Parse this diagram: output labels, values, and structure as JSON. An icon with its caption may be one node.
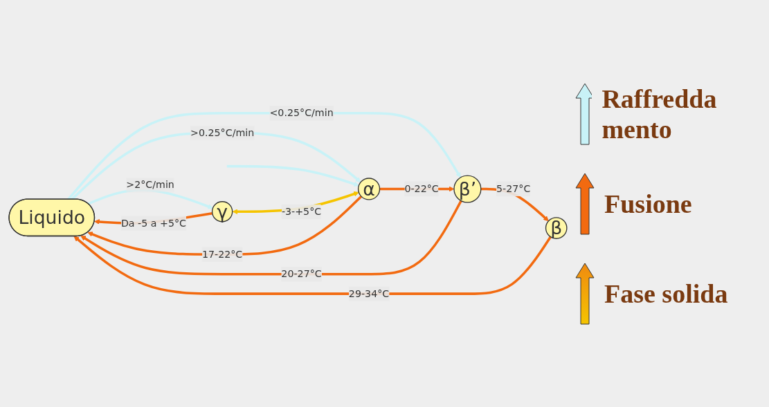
{
  "diagram": {
    "nodes": [
      {
        "text": [
          "Liquido"
        ]
      },
      {
        "text": [
          "β"
        ]
      },
      {
        "text": [
          "β’"
        ]
      },
      {
        "text": [
          "α"
        ]
      },
      {
        "text": [
          "γ"
        ]
      }
    ],
    "edges": [
      {
        "from": 1,
        "to": 0,
        "arrow": "to",
        "label": "29-34°C"
      },
      {
        "from": 2,
        "to": 0,
        "arrow": "to",
        "label": "20-27°C"
      },
      {
        "from": 0,
        "to": 2,
        "arrow": "to",
        "label": "<0.25°C/min",
        "color": "#c8f2f7"
      },
      {
        "from": 3,
        "to": 0,
        "arrow": "to",
        "label": "17-22°C"
      },
      {
        "from": 0,
        "to": 3,
        "arrow": "to",
        "label": ">0.25°C/min",
        "color": "#c8f2f7"
      },
      {
        "from": 4,
        "to": 0,
        "arrow": "to",
        "label": "Da -5 a +5°C"
      },
      {
        "from": 0,
        "to": 4,
        "arrow": "to",
        "label": ">2°C/min",
        "color": "#c8f2f7"
      },
      {
        "from": null,
        "to": 3,
        "arrow": "to",
        "color": "#c8f2f7"
      },
      {
        "from": 2,
        "to": 1,
        "arrow": "to",
        "label": "5-27°C"
      },
      {
        "from": 3,
        "to": 2,
        "arrow": "to",
        "label": "0-22°C"
      },
      {
        "from": 4,
        "to": 3,
        "arrow": "both",
        "label": "-3-+5°C",
        "color": "#f5c400"
      }
    ],
    "legend": [
      {
        "text": "Raffredda mento"
      },
      {
        "text": "Fusione"
      },
      {
        "text": "Fase solida"
      }
    ]
  }
}
